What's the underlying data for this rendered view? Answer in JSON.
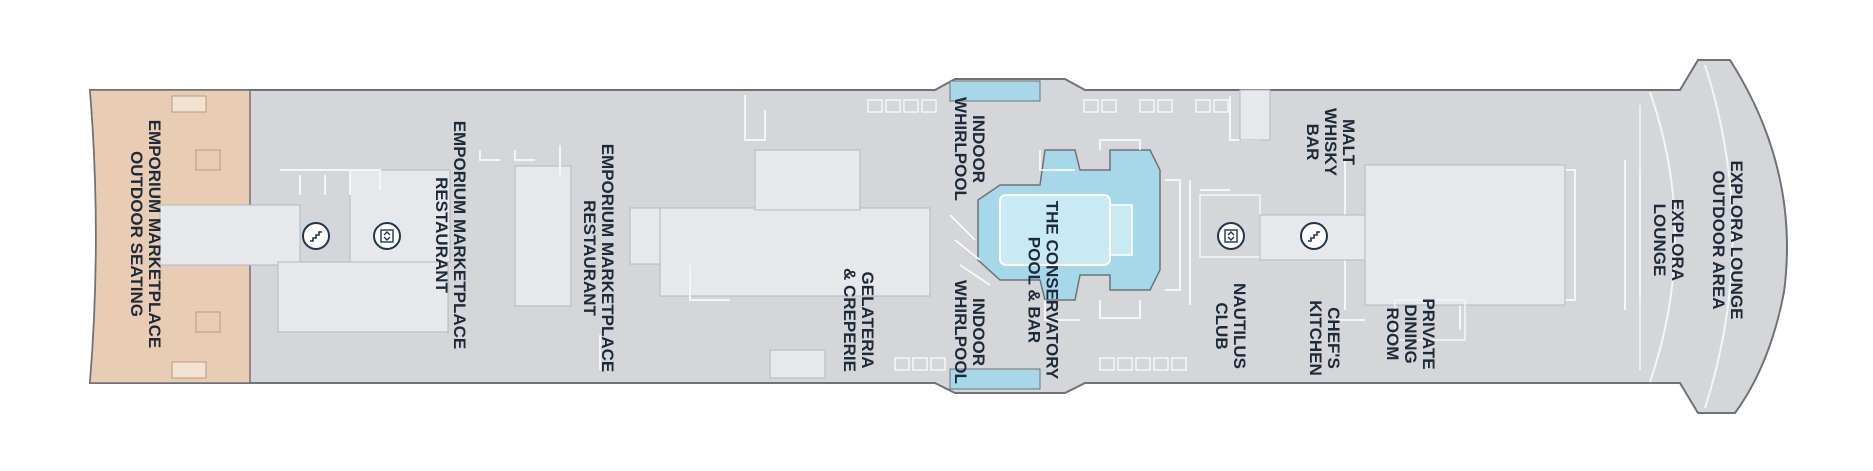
{
  "deck": {
    "colors": {
      "hull": "#d4d6d9",
      "outline": "#6e7378",
      "interior": "#e6e8ec",
      "outdoor": "#e8cdb4",
      "pool": "#a6d8ea",
      "text": "#1e2a3a",
      "icon": "#1f3550"
    },
    "venues": {
      "emporium_outdoor": [
        "EMPORIUM MARKETPLACE",
        "OUTDOOR SEATING"
      ],
      "emporium_restaurant_aft": [
        "EMPORIUM MARKETPLACE",
        "RESTAURANT"
      ],
      "emporium_restaurant_fwd": [
        "EMPORIUM MARKETPLACE",
        "RESTAURANT"
      ],
      "gelateria": [
        "GELATERIA",
        "& CREPERIE"
      ],
      "indoor_whirlpool_top": [
        "INDOOR",
        "WHIRLPOOL"
      ],
      "indoor_whirlpool_bottom": [
        "INDOOR",
        "WHIRLPOOL"
      ],
      "conservatory": [
        "THE CONSERVATORY",
        "POOL & BAR"
      ],
      "nautilus": [
        "NAUTILUS",
        "CLUB"
      ],
      "malt_whisky": [
        "MALT",
        "WHISKY",
        "BAR"
      ],
      "chefs_kitchen": [
        "CHEF'S",
        "KITCHEN"
      ],
      "private_dining": [
        "PRIVATE",
        "DINING",
        "ROOM"
      ],
      "explora_lounge": [
        "EXPLORA",
        "LOUNGE"
      ],
      "explora_outdoor": [
        "EXPLORA LOUNGE",
        "OUTDOOR AREA"
      ]
    },
    "icons": [
      {
        "name": "stairs-icon-aft",
        "type": "stairs"
      },
      {
        "name": "elevator-icon-aft",
        "type": "elevator"
      },
      {
        "name": "elevator-icon-fwd",
        "type": "elevator"
      },
      {
        "name": "stairs-icon-fwd",
        "type": "stairs"
      }
    ]
  }
}
